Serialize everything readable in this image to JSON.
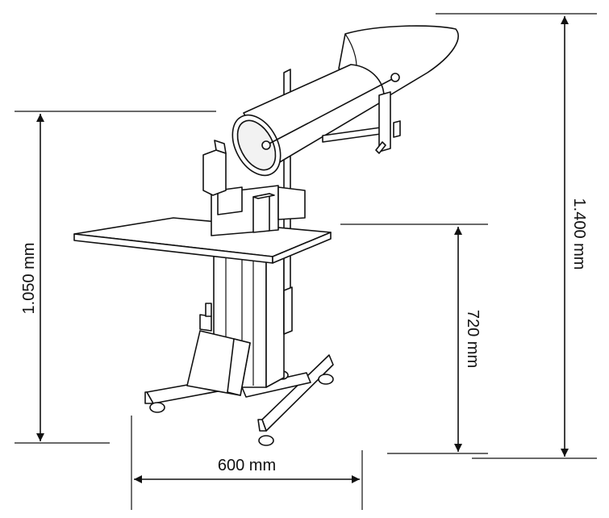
{
  "dimensions": {
    "total_height": "1.400 mm",
    "tube_height": "1.050 mm",
    "table_height": "720 mm",
    "width": "600 mm"
  },
  "colors": {
    "line": "#111111",
    "background": "#ffffff"
  }
}
